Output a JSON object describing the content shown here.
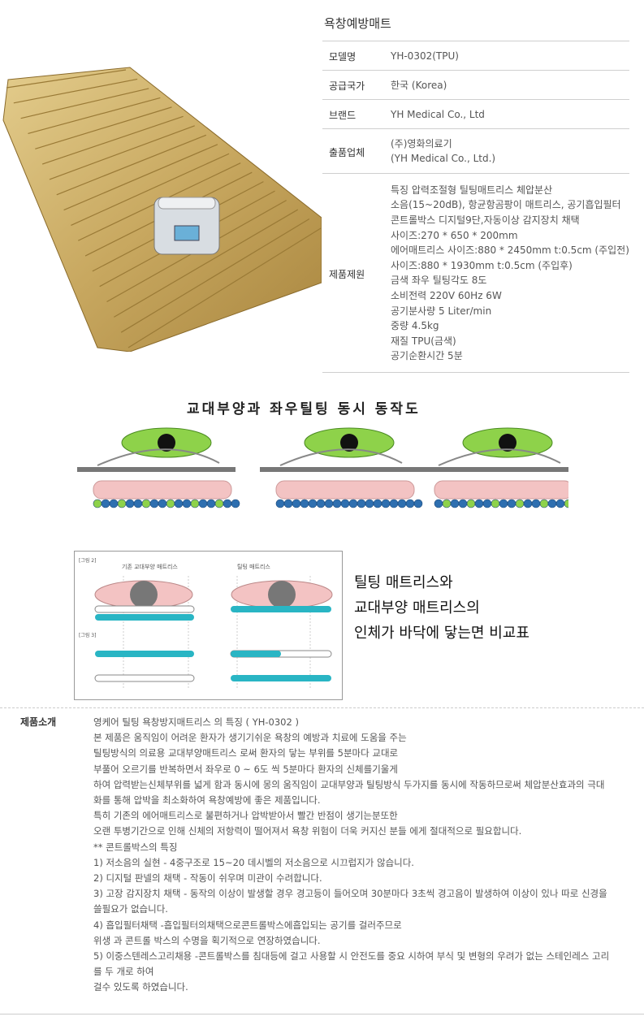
{
  "product": {
    "title": "욕창예방매트"
  },
  "specs": [
    {
      "label": "모델명",
      "lines": [
        "YH-0302(TPU)"
      ]
    },
    {
      "label": "공급국가",
      "lines": [
        "한국 (Korea)"
      ]
    },
    {
      "label": "브랜드",
      "lines": [
        "YH Medical Co., Ltd"
      ]
    },
    {
      "label": "출품업체",
      "lines": [
        "(주)영화의료기",
        "(YH Medical Co., Ltd.)"
      ]
    },
    {
      "label": "제품제원",
      "lines": [
        "특징 압력조절형 틸팅매트리스 체압분산",
        "소음(15~20dB), 항균항곰팡이 매트리스, 공기흡입필터",
        "콘트롤박스 디지털9단,자동이상 감지장치 채택",
        "사이즈:270 * 650 * 200mm",
        "에어매트리스 사이즈:880 * 2450mm t:0.5cm (주입전)",
        "사이즈:880 * 1930mm t:0.5cm (주입후)",
        "금색 좌우 틸팅각도 8도",
        "소비전력 220V 60Hz 6W",
        "공기분사량 5 Liter/min",
        "중량 4.5kg",
        "재질 TPU(금색)",
        "공기순환시간 5분"
      ]
    }
  ],
  "diagram": {
    "title": "교대부양과 좌우틸팅 동시 동작도"
  },
  "compare": {
    "fig2": "[그림 2]",
    "fig3": "[그림 3]",
    "col_left": "기존 교대부양 매트리스",
    "col_right": "틸팅 매트리스",
    "text": [
      "틸팅 매트리스와",
      "교대부양 매트리스의",
      "인체가 바닥에 닿는면 비교표"
    ]
  },
  "intro": {
    "label": "제품소개",
    "lines": [
      "영케어 틸팅 욕창방지매트리스 의 특징 ( YH-0302 )",
      "본 제품은 움직임이 어려운 환자가 생기기쉬운 욕창의 예방과 치료에 도움을 주는",
      "틸팅방식의 의료용 교대부양매트리스 로써 환자의 닿는 부위를 5분마다 교대로",
      "부풀어 오르기를 반복하면서 좌우로 0 ~ 6도 씩 5분마다 환자의 신체를기울게",
      "하여 압력받는신체부위를 넓게 함과 동시에 몽의 움직임이 교대부양과 틸팅방식 두가지를 동시에 작동하므로써 체압분산효과의 극대",
      "화를 통해 압박을 최소화하여 욕창예방에 좋은 제품입니다.",
      "특히 기존의 에어매트리스로 불편하거나 압박받아서 빨간 반점이 생기는분또한",
      "오랜 투병기간으로 인해 신체의 저항력이 떨어져서 욕창 위험이 더욱 커지신 분들 에게 절대적으로 필요합니다.",
      "** 콘트롤박스의 특징",
      "1) 저소음의 실현 - 4중구조로 15~20 데시벨의 저소음으로 시끄럽지가 않습니다.",
      "2) 디지털 판넬의 채택 - 작동이 쉬우며 미관이 수려합니다.",
      "3) 고장 감지장치 채택 - 동작의 이상이 발생할 경우 경고등이 들어오며 30분마다 3초씩 경고음이 발생하여 이상이 있나 따로 신경을",
      "쓸필요가 없습니다.",
      "4) 흡입필터채택 -흡입필터의채택으로콘트롤박스에흡입되는 공기를 걸러주므로",
      "위생 과 콘트롤 박스의 수명을 획기적으로 연장하였습니다.",
      "5) 이중스텐레스고리채용 -콘트롤박스를 침대등에 걸고 사용할 시 안전도를 중요 시하여 부식 및 변형의 우려가 없는 스테인레스 고리",
      "를 두 개로 하여",
      "걸수 있도록 하였습니다."
    ]
  },
  "colors": {
    "mattress_gold": "#c8a860",
    "mattress_dark": "#8a6a2a",
    "cyan_bar": "#29b5c4",
    "body_pink": "#f3c3c3"
  }
}
